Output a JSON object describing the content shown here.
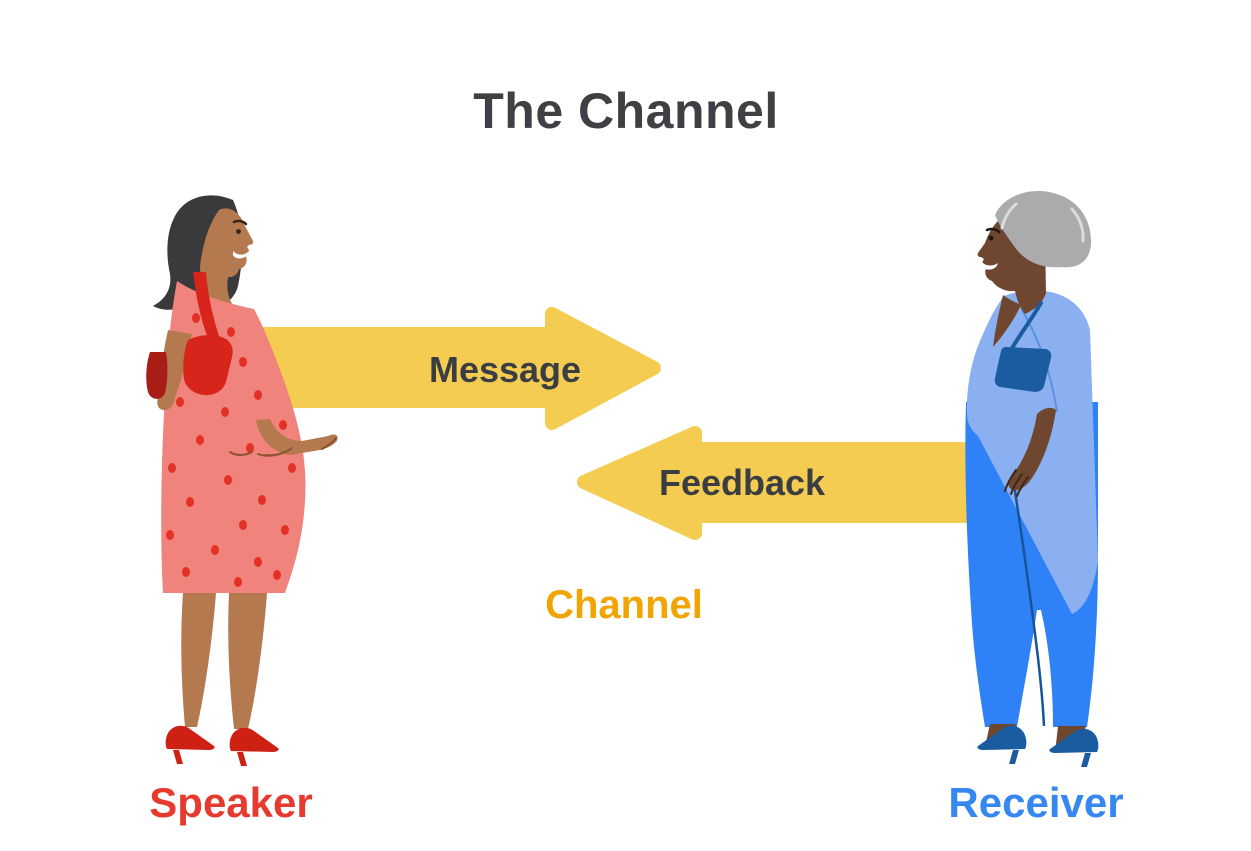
{
  "title": "The Channel",
  "arrows": {
    "message": {
      "label": "Message",
      "direction": "left-to-right"
    },
    "feedback": {
      "label": "Feedback",
      "direction": "right-to-left"
    }
  },
  "channel_label": "Channel",
  "figures": {
    "speaker": {
      "label": "Speaker",
      "illustration": "pregnant-woman-facing-right"
    },
    "receiver": {
      "label": "Receiver",
      "illustration": "older-woman-facing-left"
    }
  },
  "colors": {
    "background": "#FFFFFF",
    "title_text": "#3E4044",
    "arrow_fill": "#F5CC52",
    "arrow_label_text": "#3A3E42",
    "channel_text": "#F0A502",
    "speaker_text": "#E63A2E",
    "receiver_text": "#3787F0"
  }
}
